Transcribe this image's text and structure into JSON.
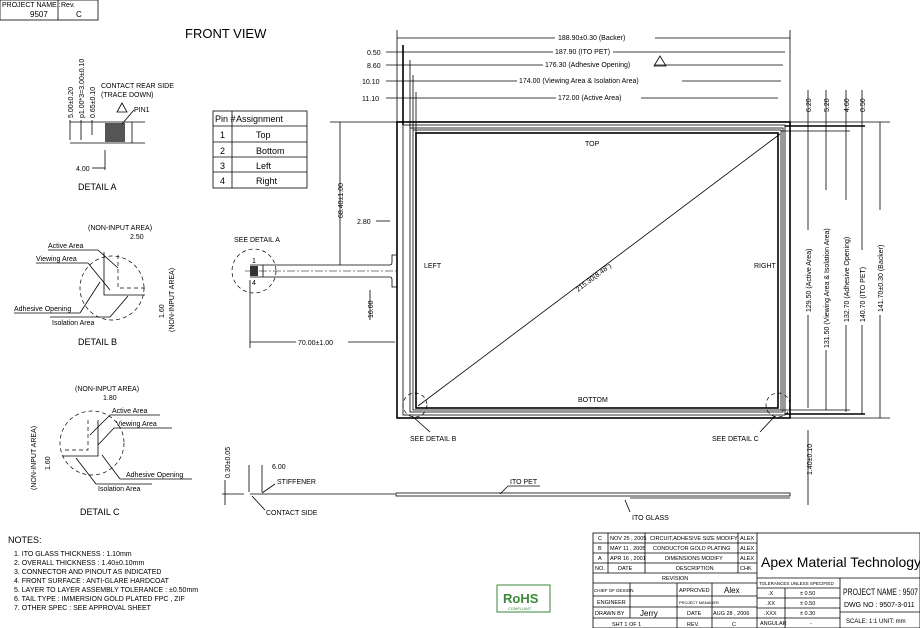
{
  "project_box": {
    "name_label": "PROJECT NAME :",
    "name": "9507",
    "rev_label": "Rev.",
    "rev": "C"
  },
  "title": "FRONT VIEW",
  "pin_table": {
    "headers": [
      "Pin #",
      "Assignment"
    ],
    "rows": [
      [
        "1",
        "Top"
      ],
      [
        "2",
        "Bottom"
      ],
      [
        "3",
        "Left"
      ],
      [
        "4",
        "Right"
      ]
    ]
  },
  "top_dims": {
    "backer": "188.90±0.30 (Backer)",
    "ito_pet": "187.90 (ITO PET)",
    "adhesive": "176.30 (Adhesive Opening)",
    "viewing": "174.00 (Viewing Area & Isolation Area)",
    "active": "172.00 (Active Area)",
    "offsets": [
      "0.50",
      "8.60",
      "10.10",
      "11.10"
    ]
  },
  "right_dims": {
    "active": "129.50 (Active Area)",
    "viewing": "131.50 (Viewing Area & Isolation Area)",
    "adhesive": "132.70 (Adhesive Opening)",
    "ito_pet": "140.70 (ITO PET)",
    "backer": "141.70±0.30 (Backer)",
    "offsets": [
      "6.20",
      "5.20",
      "4.60",
      "0.50"
    ]
  },
  "panel": {
    "top": "TOP",
    "bottom": "BOTTOM",
    "left": "LEFT",
    "right": "RIGHT",
    "diagonal": "215.30(8.48\")"
  },
  "tail": {
    "see_a": "SEE DETAIL A",
    "pin1": "1",
    "pin4": "4",
    "d68": "68.40±1.00",
    "d280": "2.80",
    "d16": "16.00",
    "d70": "70.00±1.00"
  },
  "see_b": "SEE DETAIL B",
  "see_c": "SEE DETAIL C",
  "detail_a": {
    "d5": "5.00±0.20",
    "pitch": "p1.00*3=3.00±0.10",
    "d065": "0.65±0.10",
    "contact1": "CONTACT REAR SIDE",
    "contact2": "(TRACE DOWN)",
    "pin1": "PIN1",
    "d4": "4.00",
    "label": "DETAIL A"
  },
  "detail_b": {
    "nia": "(NON-INPUT AREA)",
    "d250": "2.50",
    "active": "Active Area",
    "viewing": "Viewing Area",
    "adhesive": "Adhesive Opening",
    "isolation": "Isolation Area",
    "d160": "1.60",
    "nia2": "(NON-INPUT AREA)",
    "label": "DETAIL B"
  },
  "detail_c": {
    "nia": "(NON-INPUT AREA)",
    "d180": "1.80",
    "active": "Active Area",
    "viewing": "Viewing Area",
    "adhesive": "Adhesive Opening",
    "isolation": "Isolation Area",
    "d160": "1.60",
    "nia2": "(NON-INPUT AREA)",
    "label": "DETAIL C"
  },
  "side_view": {
    "d030": "0.30±0.05",
    "d600": "6.00",
    "stiffener": "STIFFENER",
    "contact": "CONTACT SIDE",
    "ito_pet": "ITO PET",
    "ito_glass": "ITO GLASS",
    "d140": "1.40±0.10"
  },
  "notes": {
    "heading": "NOTES:",
    "items": [
      "1. ITO GLASS THICKNESS : 1.10mm",
      "2. OVERALL THICKNESS : 1.40±0.10mm",
      "3. CONNECTOR AND PINOUT AS INDICATED",
      "4. FRONT SURFACE : ANTI-GLARE HARDCOAT",
      "5. LAYER TO LAYER ASSEMBLY TOLERANCE : ±0.50mm",
      "6. TAIL TYPE : IMMERSION GOLD PLATED FPC , ZIF",
      "7. OTHER SPEC : SEE APPROVAL SHEET"
    ]
  },
  "rohs": {
    "logo": "RoHS",
    "sub": "COMPLIANT",
    "color": "#3a8a3a"
  },
  "title_block": {
    "revisions": [
      {
        "no": "C",
        "date": "NOV 25 , 2005",
        "desc": "CIRCUIT,ADHESIVE SIZE MODIFY",
        "chk": "ALEX"
      },
      {
        "no": "B",
        "date": "MAY 11 , 2005",
        "desc": "CONDUCTOR GOLD PLATING",
        "chk": "ALEX"
      },
      {
        "no": "A",
        "date": "APR 16 , 2001",
        "desc": "DIMENSIONS MODIFY",
        "chk": "ALEX"
      }
    ],
    "rev_headers": {
      "no": "NO.",
      "date": "DATE",
      "desc": "DESCRIPTION",
      "chk": "CHK"
    },
    "revision_label": "REVISION",
    "chief": "CHIEF OF DESIGN",
    "approved_label": "APPROVED",
    "approved": "Alex",
    "engineer": "ENGINEER",
    "pm": "PROJECT MANAGER",
    "drawn_label": "DRAWN BY",
    "drawn": "Jerry",
    "date_label": "DATE",
    "date": "AUG 28 , 2006",
    "sheet": "SHT  1  OF  1",
    "rev_label": "REV.",
    "rev": "C",
    "company": "Apex Material Technology Corp.",
    "tol_header": "TOLERANCES UNLESS SPECIFIED",
    "tolerances": [
      [
        ".X",
        "± 0.50"
      ],
      [
        ".XX",
        "± 0.50"
      ],
      [
        ".XXX",
        "± 0.30"
      ],
      [
        "ANGULAR",
        "-"
      ]
    ],
    "project": "PROJECT NAME : 9507",
    "dwg": "DWG NO : 9507-3-011",
    "scale": "SCALE: 1:1   UNIT: mm"
  }
}
